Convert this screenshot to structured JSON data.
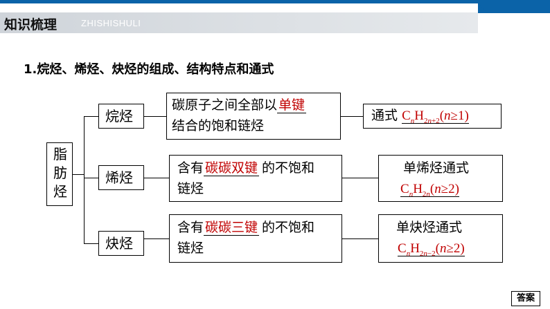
{
  "header": {
    "title": "知识梳理",
    "subtitle": "ZHISHISHULI"
  },
  "section_title": "1.烷烃、烯烃、炔烃的组成、结构特点和通式",
  "root": {
    "label_lines": [
      "脂",
      "肪",
      "烃"
    ]
  },
  "rows": [
    {
      "category": "烷烃",
      "desc_line1_prefix": "碳原子之间全部以",
      "blank": "单键",
      "desc_line1_suffix": "",
      "desc_line2": "结合的饱和链烃",
      "formula_label": "通式",
      "formula_html_label": "C<sub><i>n</i></sub>H<sub>2<i>n</i>+2</sub>(<i>n</i>≥1)"
    },
    {
      "category": "烯烃",
      "desc_line1_prefix": "含有",
      "blank": "碳碳双键",
      "desc_line1_suffix": "的不饱和",
      "desc_line2": "链烃",
      "formula_label": "单烯烃通式",
      "formula_html_label": "C<sub><i>n</i></sub>H<sub>2<i>n</i></sub>(<i>n</i>≥2)"
    },
    {
      "category": "炔烃",
      "desc_line1_prefix": "含有",
      "blank": "碳碳三键",
      "desc_line1_suffix": "的不饱和",
      "desc_line2": "链烃",
      "formula_label": "单炔烃通式",
      "formula_html_label": "C<sub><i>n</i></sub>H<sub>2<i>n</i>−2</sub>(<i>n</i>≥2)"
    }
  ],
  "answer_button": "答案",
  "colors": {
    "accent_blue": "#0b63a8",
    "fill_red": "#c00000"
  }
}
